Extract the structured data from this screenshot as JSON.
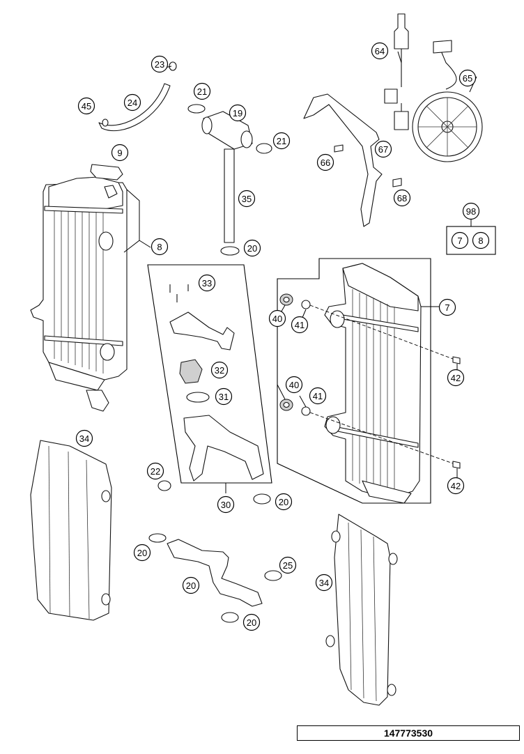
{
  "diagram": {
    "document_number": "147773530",
    "callouts": [
      "23",
      "24",
      "45",
      "21",
      "19",
      "21",
      "35",
      "20",
      "9",
      "8",
      "33",
      "32",
      "31",
      "30",
      "20",
      "22",
      "34",
      "20",
      "25",
      "20",
      "20",
      "64",
      "65",
      "67",
      "66",
      "68",
      "98",
      "7",
      "8",
      "7",
      "40",
      "41",
      "42",
      "40",
      "41",
      "42",
      "34"
    ]
  }
}
